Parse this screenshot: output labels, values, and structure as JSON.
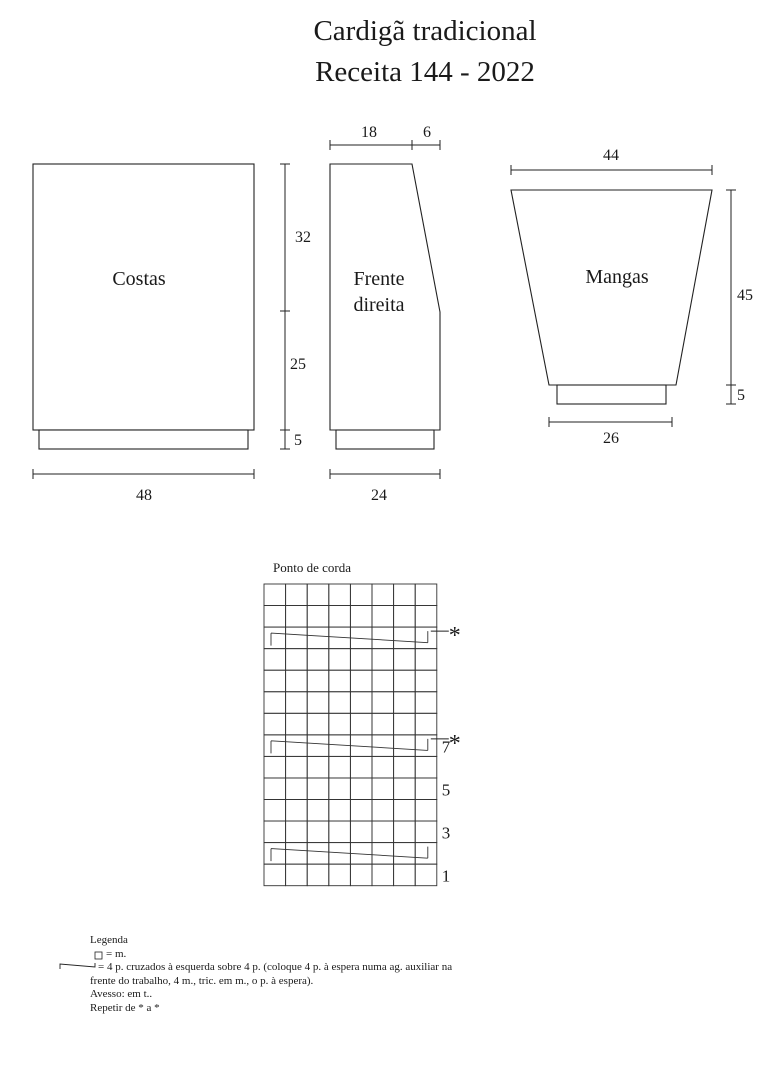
{
  "title": {
    "line1": "Cardigã tradicional",
    "line2": "Receita 144 - 2022"
  },
  "pieces": {
    "back": {
      "label": "Costas",
      "width": "48",
      "upper_height": "32",
      "lower_height": "25",
      "rib": "5"
    },
    "front": {
      "label_line1": "Frente",
      "label_line2": "direita",
      "top_width": "18",
      "neck_width": "6",
      "width": "24"
    },
    "sleeve": {
      "label": "Mangas",
      "top_width": "44",
      "height": "45",
      "rib": "5",
      "cuff_width": "26"
    }
  },
  "chart": {
    "title": "Ponto de corda",
    "columns": 8,
    "rows": 14,
    "repeat_marker": "*",
    "row_numbers": [
      "7",
      "5",
      "3",
      "1"
    ],
    "cable_rows_from_bottom": [
      2,
      7,
      12
    ]
  },
  "legend": {
    "title": "Legenda",
    "stitch_symbol_text": "= m.",
    "cable_text_line1": "= 4 p. cruzados à esquerda sobre 4 p. (coloque 4 p. à espera numa ag. auxiliar na",
    "cable_text_line2": "frente do trabalho, 4 m., tric. em m., o p. à espera).",
    "reverse": "Avesso: em t..",
    "repeat": "Repetir de * a *"
  }
}
